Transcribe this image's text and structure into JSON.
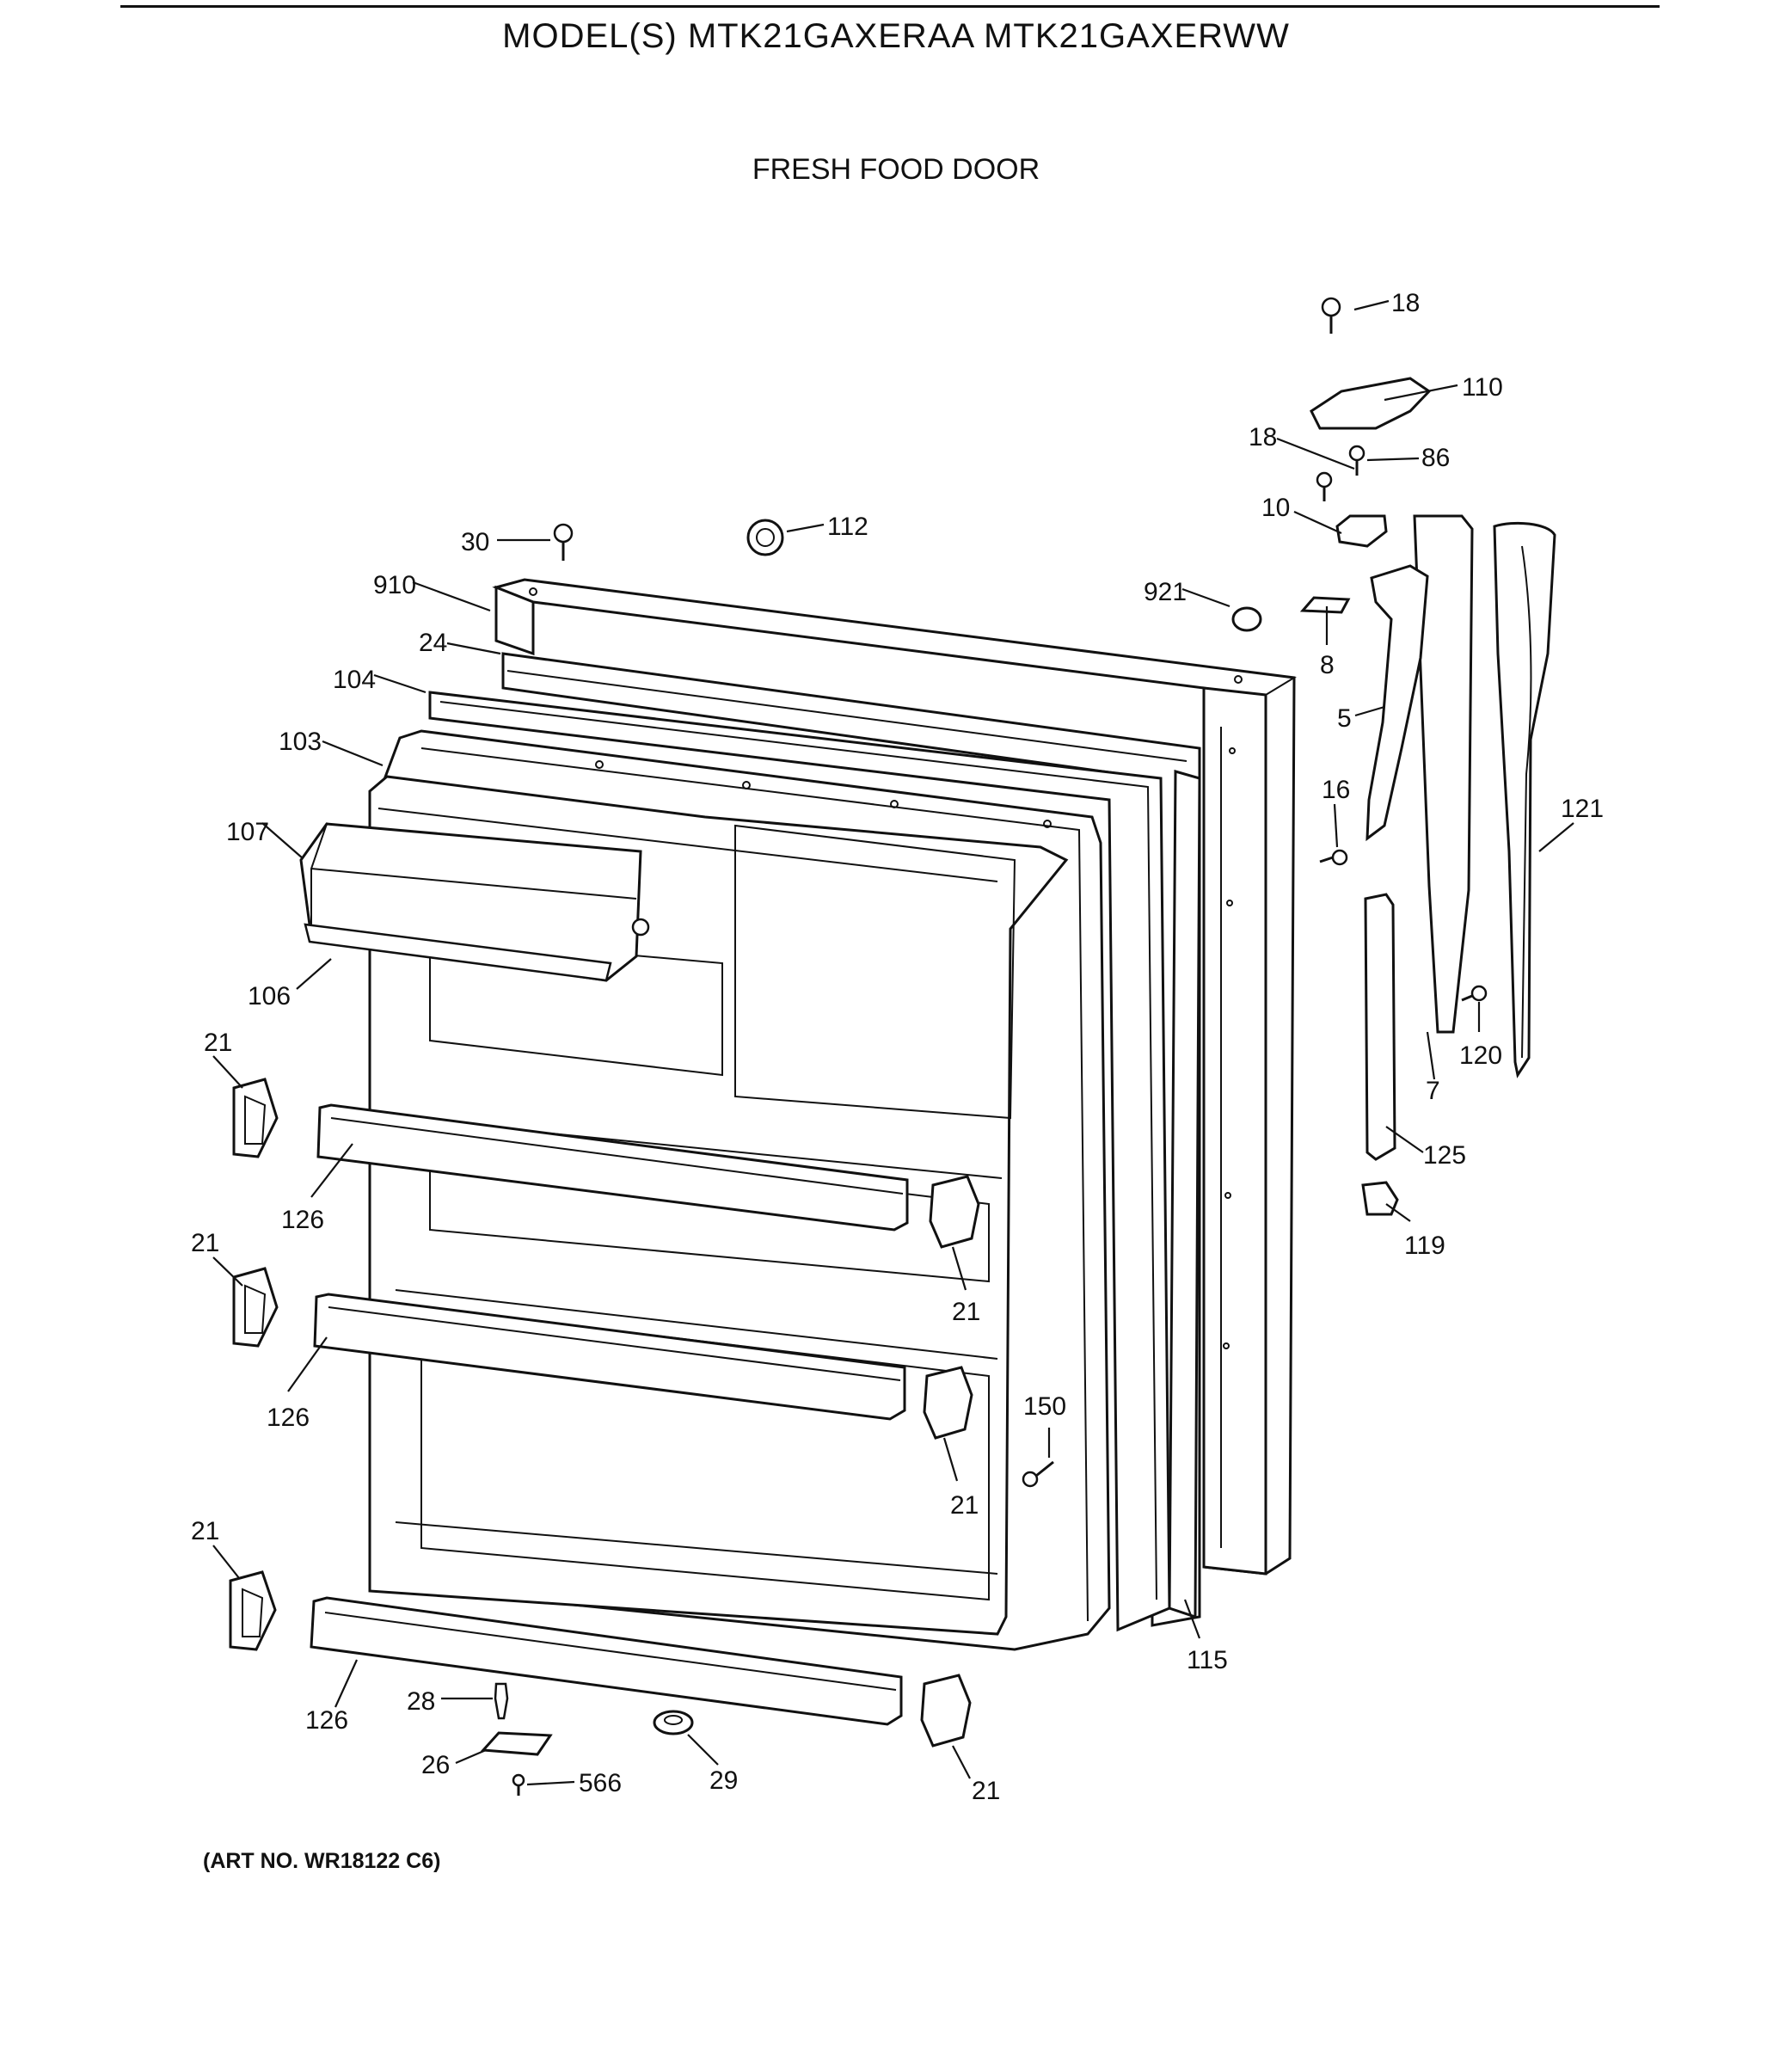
{
  "header": {
    "model_title": "MODEL(S) MTK21GAXERAA  MTK21GAXERWW",
    "section_title": "FRESH FOOD DOOR"
  },
  "footer": {
    "art_number": "(ART NO. WR18122 C6)"
  },
  "callouts": {
    "c18a": "18",
    "c110": "110",
    "c18b": "18",
    "c86": "86",
    "c10": "10",
    "c30": "30",
    "c112": "112",
    "c910": "910",
    "c921": "921",
    "c24": "24",
    "c8": "8",
    "c104": "104",
    "c5": "5",
    "c103": "103",
    "c16": "16",
    "c107": "107",
    "c121": "121",
    "c106": "106",
    "c21a": "21",
    "c120": "120",
    "c7": "7",
    "c125": "125",
    "c126a": "126",
    "c21b": "21",
    "c119": "119",
    "c21c": "21",
    "c126b": "126",
    "c150": "150",
    "c21d": "21",
    "c21e": "21",
    "c115": "115",
    "c28": "28",
    "c126c": "126",
    "c26": "26",
    "c566": "566",
    "c29": "29",
    "c21f": "21"
  }
}
